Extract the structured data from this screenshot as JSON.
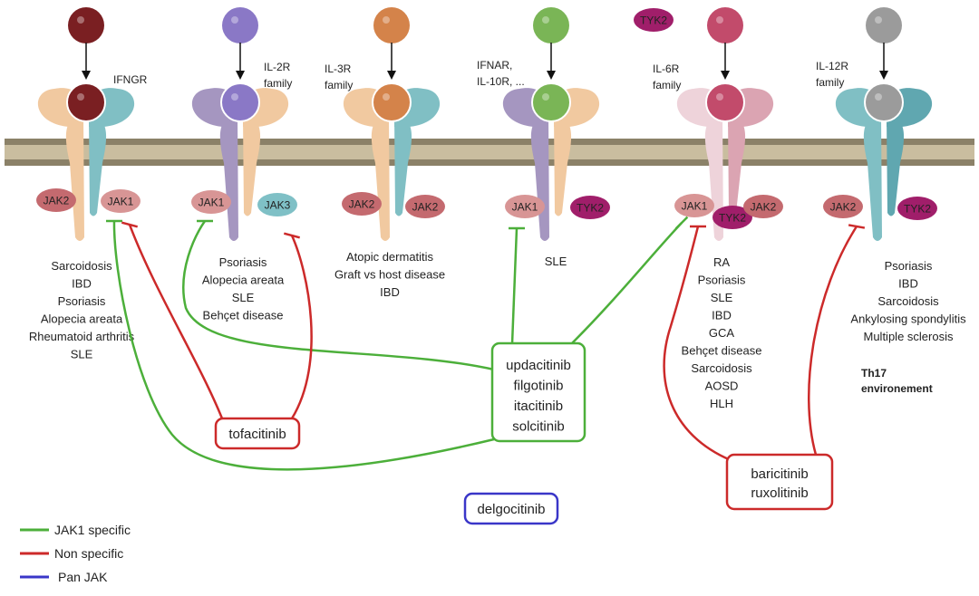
{
  "colors": {
    "jak1_specific": "#4caf3a",
    "non_specific": "#cc2a2a",
    "pan_jak": "#3a36c8",
    "membrane_dark": "#8b8168",
    "membrane_light": "#c9bd9f",
    "JAK1": "#d89595",
    "JAK2": "#c46a6f",
    "JAK3": "#7fc0c6",
    "TYK2": "#a01e6a"
  },
  "floating_kinase": "TYK2",
  "receptors": [
    {
      "label": [
        "IFNGR"
      ],
      "ligand": "#7a1f22",
      "left": "#f1c9a0",
      "right": "#80bfc4",
      "kinases": [
        "JAK2",
        "JAK1"
      ],
      "diseases": [
        "Sarcoidosis",
        "IBD",
        "Psoriasis",
        "Alopecia areata",
        "Rheumatoid arthritis",
        "SLE"
      ]
    },
    {
      "label": [
        "IL-2R",
        "family"
      ],
      "ligand": "#8a78c6",
      "left": "#a596c0",
      "right": "#f1c9a0",
      "kinases": [
        "JAK1",
        "JAK3"
      ],
      "diseases": [
        "Psoriasis",
        "Alopecia areata",
        "SLE",
        "Behçet disease"
      ]
    },
    {
      "label": [
        "IL-3R",
        "family"
      ],
      "ligand": "#d4834a",
      "left": "#f1c9a0",
      "right": "#80bfc4",
      "kinases": [
        "JAK2",
        "JAK2"
      ],
      "diseases": [
        "Atopic dermatitis",
        "Graft vs host disease",
        "IBD"
      ]
    },
    {
      "label": [
        "IFNAR,",
        "IL-10R, ..."
      ],
      "ligand": "#7ab556",
      "left": "#a596c0",
      "right": "#f1c9a0",
      "kinases": [
        "JAK1",
        "TYK2"
      ],
      "diseases": [
        "SLE"
      ]
    },
    {
      "label": [
        "IL-6R",
        "family"
      ],
      "ligand": "#c24b6b",
      "left": "#eed3da",
      "right": "#dba4b2",
      "kinases": [
        "JAK1",
        "TYK2",
        "JAK2"
      ],
      "diseases": [
        "RA",
        "Psoriasis",
        "SLE",
        "IBD",
        "GCA",
        "Behçet disease",
        "Sarcoidosis",
        "AOSD",
        "HLH"
      ]
    },
    {
      "label": [
        "IL-12R",
        "family"
      ],
      "ligand": "#9b9b9b",
      "left": "#80bfc4",
      "right": "#60a7b0",
      "kinases": [
        "JAK2",
        "TYK2"
      ],
      "diseases": [
        "Psoriasis",
        "IBD",
        "Sarcoidosis",
        "Ankylosing spondylitis",
        "Multiple sclerosis"
      ]
    }
  ],
  "th17_note": [
    "Th17",
    "environement"
  ],
  "drugs": {
    "tofacitinib": "tofacitinib",
    "jak1_group": [
      "updacitinib",
      "filgotinib",
      "itacitinib",
      "solcitinib"
    ],
    "bari_ruxo": [
      "baricitinib",
      "ruxolitinib"
    ],
    "delgocitinib": "delgocitinib"
  },
  "legend": [
    {
      "label": "JAK1 specific",
      "color": "#4caf3a"
    },
    {
      "label": "Non specific",
      "color": "#cc2a2a"
    },
    {
      "label": "Pan JAK",
      "color": "#3a36c8"
    }
  ]
}
